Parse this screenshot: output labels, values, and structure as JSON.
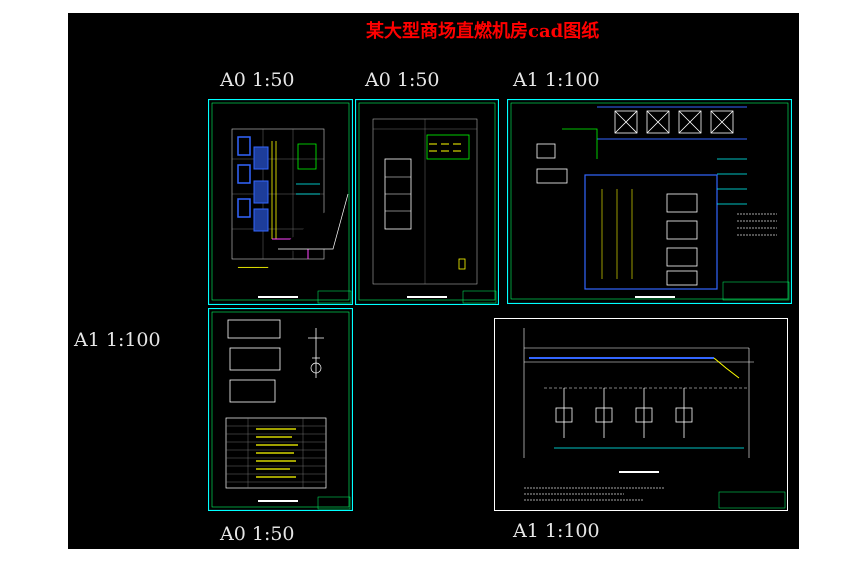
{
  "title": "某大型商场直燃机房cad图纸",
  "scales": {
    "a": "A0 1:50",
    "b": "A0 1:50",
    "c": "A1 1:100",
    "d": "A1 1:100",
    "e": "A0 1:50",
    "f": "A1 1:100"
  },
  "colors": {
    "background": "#000000",
    "frame_cyan": "#00ffff",
    "frame_green": "#00ff66",
    "frame_white": "#ffffff",
    "title_red": "#ff0000",
    "line_blue": "#3366ff",
    "line_yellow": "#ffff00",
    "line_green": "#00ff00",
    "line_magenta": "#ff44ff"
  }
}
